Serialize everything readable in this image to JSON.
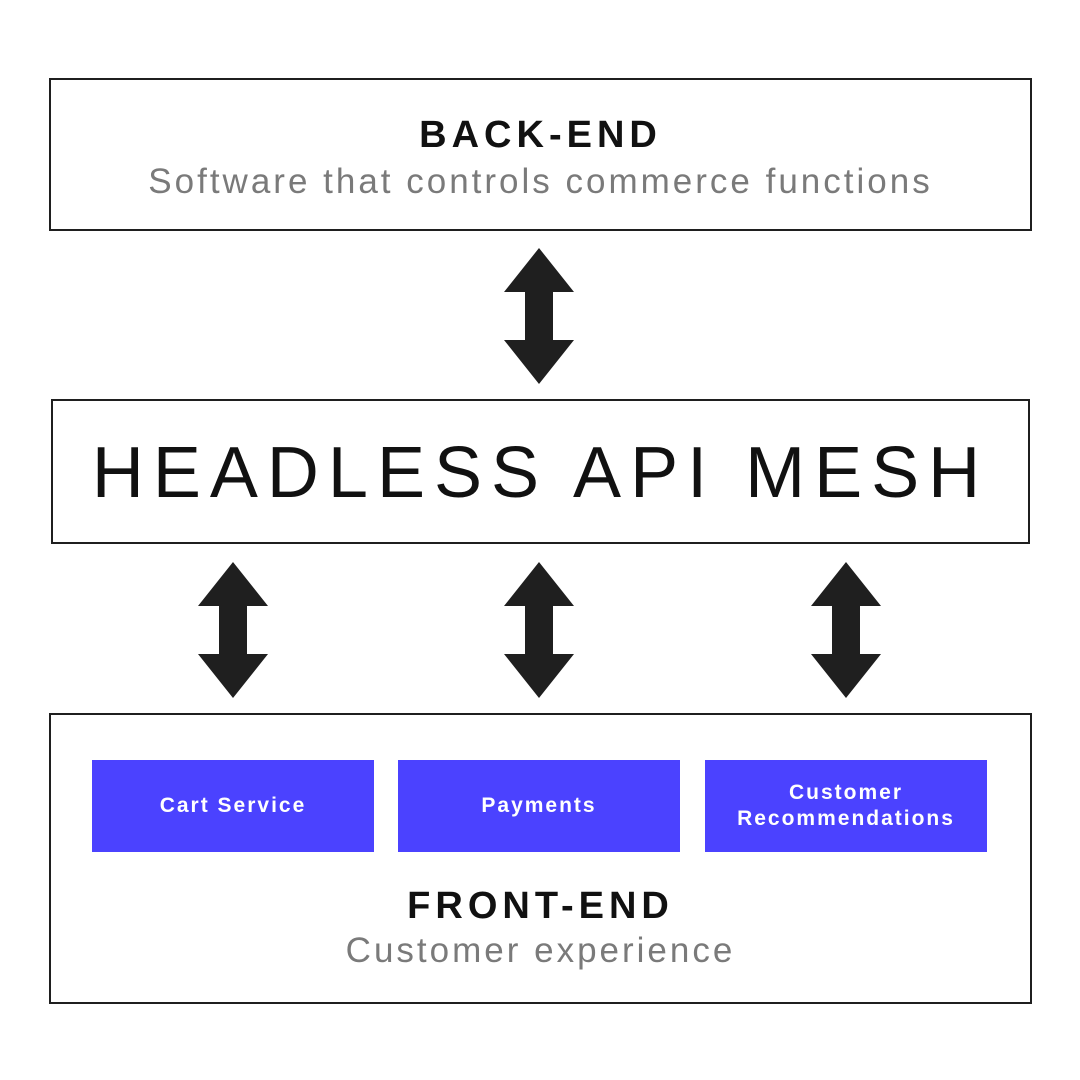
{
  "backend": {
    "title": "BACK-END",
    "subtitle": "Software that controls commerce functions"
  },
  "mesh": {
    "title": "HEADLESS API MESH"
  },
  "frontend": {
    "title": "FRONT-END",
    "subtitle": "Customer experience",
    "services": [
      {
        "label": "Cart Service"
      },
      {
        "label": "Payments"
      },
      {
        "label": "Customer\nRecommendations"
      }
    ]
  },
  "colors": {
    "service_fill": "#4b42ff",
    "border": "#1f1f1f",
    "arrow": "#1f1f1f",
    "subtitle_text": "#7a7a7a"
  },
  "icons": {
    "arrow": "double-headed-vertical-arrow"
  }
}
